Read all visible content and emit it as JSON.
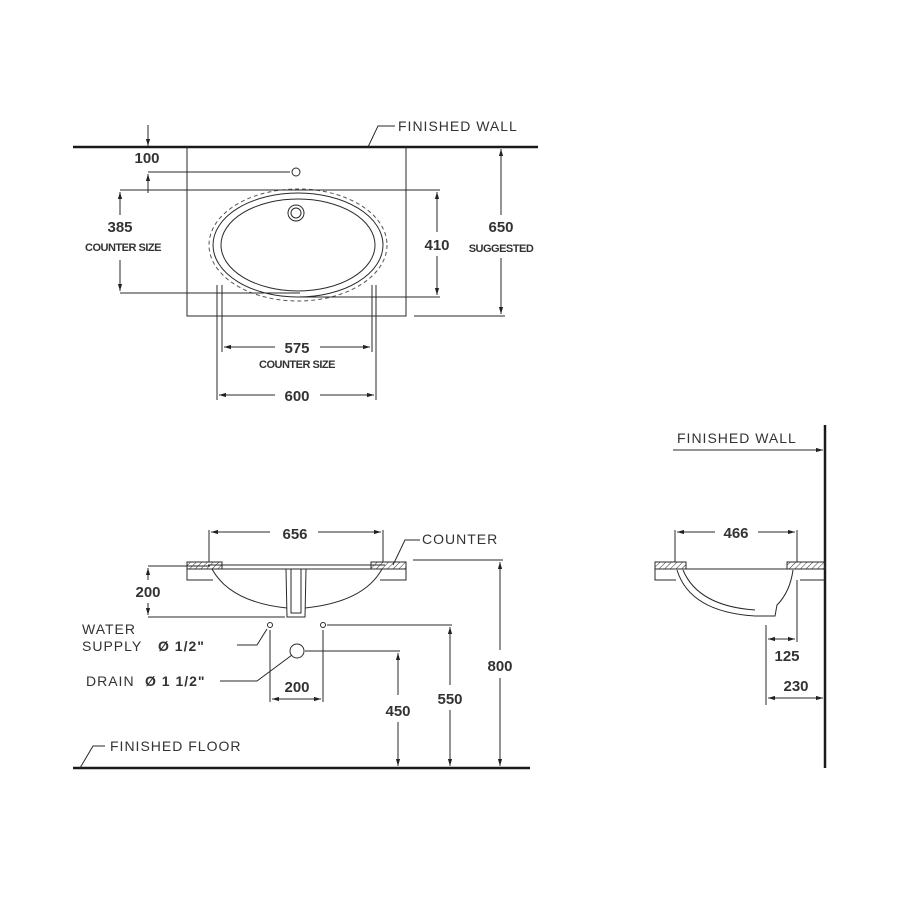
{
  "plan_view": {
    "wall_label": "FINISHED WALL",
    "dim_100": "100",
    "dim_385": "385",
    "counter_size_left": "COUNTER SIZE",
    "dim_410": "410",
    "dim_650": "650",
    "suggested": "SUGGESTED",
    "dim_575": "575",
    "counter_size_bottom": "COUNTER SIZE",
    "dim_600": "600"
  },
  "front_view": {
    "dim_656": "656",
    "counter_label": "COUNTER",
    "dim_200_depth": "200",
    "water_label_1": "WATER",
    "water_label_2": "SUPPLY",
    "water_size": "Ø 1/2\"",
    "drain_label": "DRAIN",
    "drain_size": "Ø 1 1/2\"",
    "dim_200_spacing": "200",
    "dim_450": "450",
    "dim_550": "550",
    "dim_800": "800",
    "floor_label": "FINISHED FLOOR"
  },
  "side_view": {
    "wall_label": "FINISHED WALL",
    "dim_466": "466",
    "dim_125": "125",
    "dim_230": "230"
  }
}
